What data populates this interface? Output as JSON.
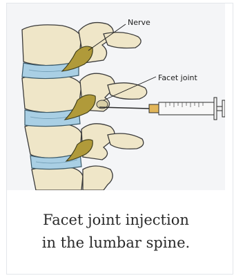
{
  "figure": {
    "labels": {
      "nerve": "Nerve",
      "facet_joint": "Facet joint"
    },
    "panel_color": "#f4f5f7",
    "bone_color": "#efe6c8",
    "disc_color": "#a9cfe4",
    "nerve_color": "#b09a3a"
  },
  "caption": {
    "line1": "Facet joint injection",
    "line2": "in the lumbar spine."
  }
}
